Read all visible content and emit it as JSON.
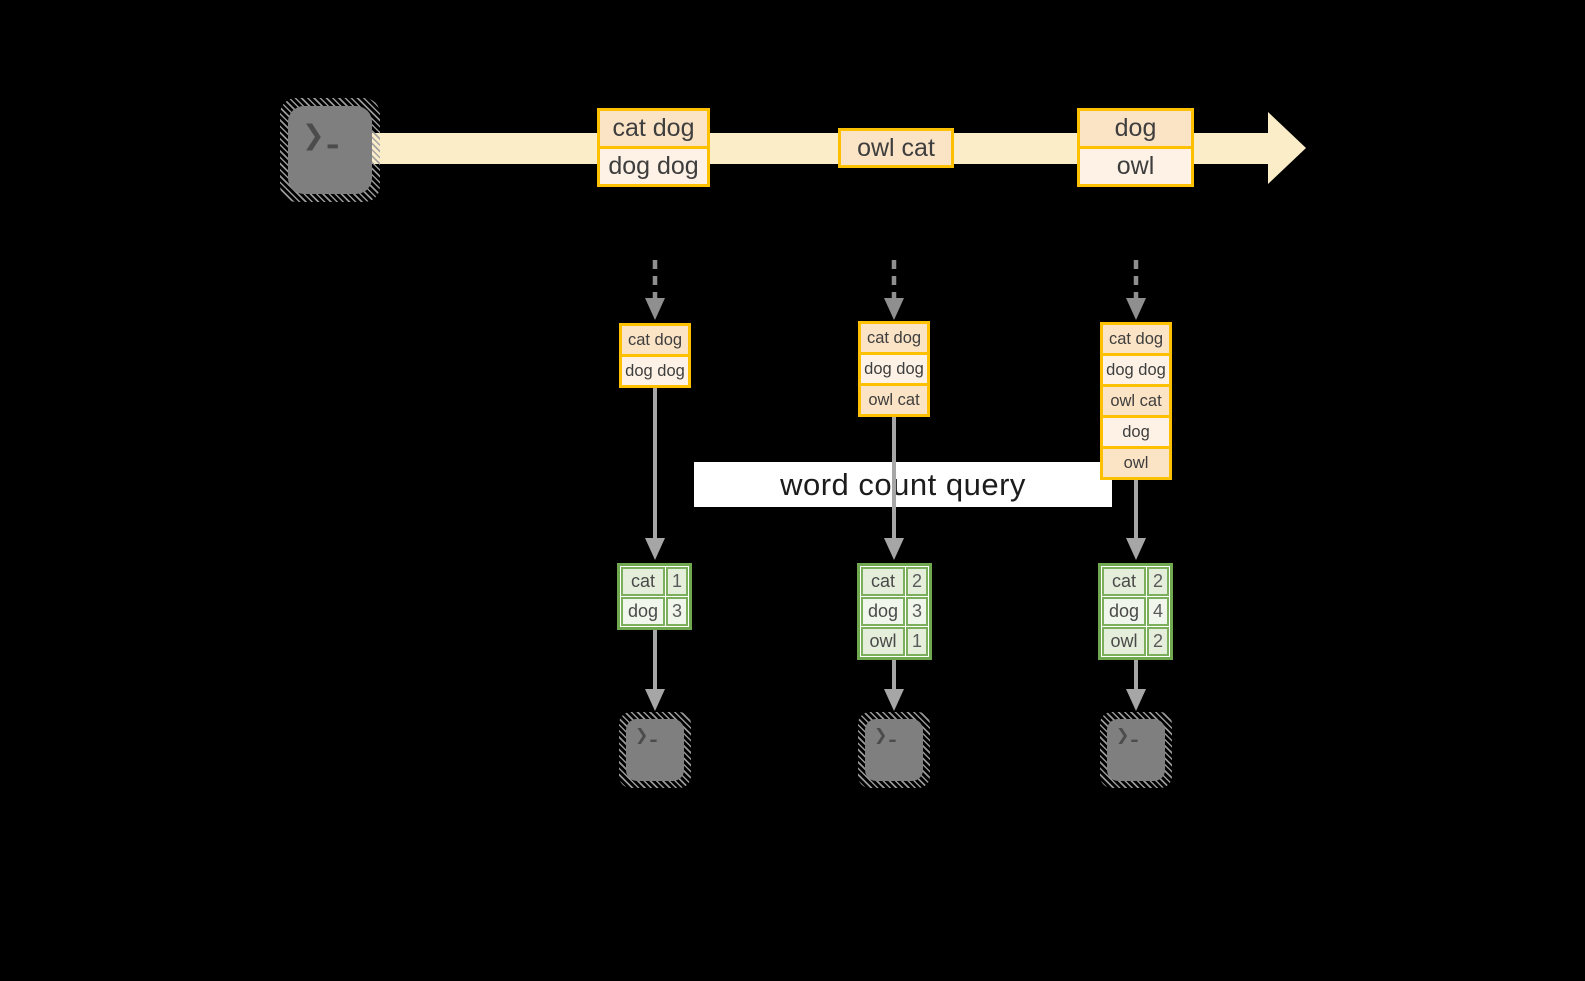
{
  "query": {
    "label": "word count query"
  },
  "icons": {
    "terminal_prompt_chevron": "❯",
    "terminal_prompt_cursor": "▂"
  },
  "colors": {
    "canvas_background": "#000000",
    "stream_band": "#FAEDC7",
    "event_border": "#FFC000",
    "event_fill_dark": "#FBE3C5",
    "event_fill_light": "#FDF2E5",
    "table_border": "#6FA84E",
    "table_row_dark": "#E4EEDB",
    "table_row_light": "#F0F6EB",
    "arrow_gray": "#A6A6A6",
    "dashed_arrow_gray": "#8F8F8F",
    "terminal_gray": "#7F7F7F"
  },
  "stream": {
    "events": [
      {
        "lines": [
          "cat dog",
          "dog dog"
        ]
      },
      {
        "lines": [
          "owl cat"
        ]
      },
      {
        "lines": [
          "dog",
          "owl"
        ]
      }
    ]
  },
  "windows": [
    {
      "buffer": [
        "cat dog",
        "dog dog"
      ],
      "counts": [
        {
          "word": "cat",
          "count": "1"
        },
        {
          "word": "dog",
          "count": "3"
        }
      ]
    },
    {
      "buffer": [
        "cat dog",
        "dog dog",
        "owl cat"
      ],
      "counts": [
        {
          "word": "cat",
          "count": "2"
        },
        {
          "word": "dog",
          "count": "3"
        },
        {
          "word": "owl",
          "count": "1"
        }
      ]
    },
    {
      "buffer": [
        "cat dog",
        "dog dog",
        "owl cat",
        "dog",
        "owl"
      ],
      "counts": [
        {
          "word": "cat",
          "count": "2"
        },
        {
          "word": "dog",
          "count": "4"
        },
        {
          "word": "owl",
          "count": "2"
        }
      ]
    }
  ]
}
